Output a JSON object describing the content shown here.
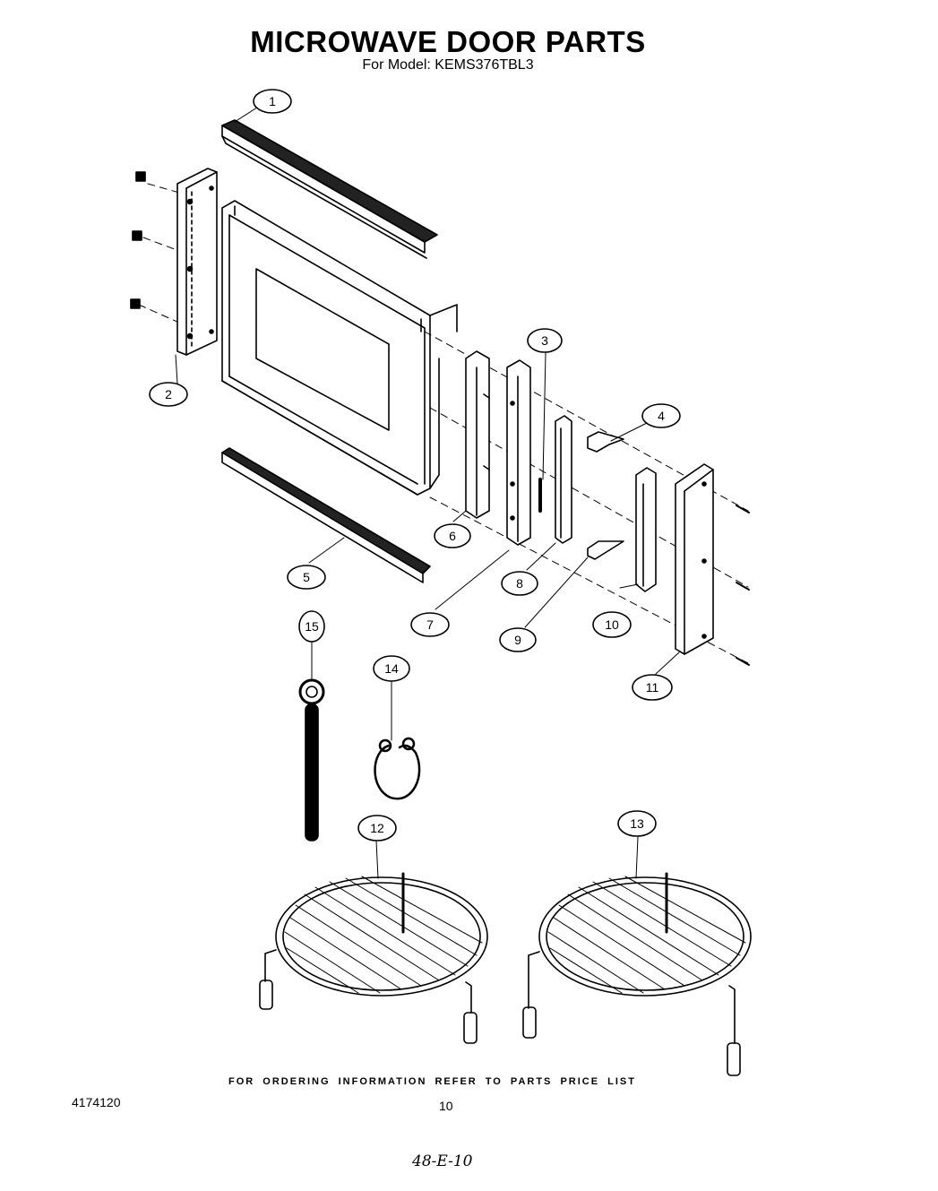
{
  "header": {
    "title": "MICROWAVE DOOR PARTS",
    "subtitle": "For Model: KEMS376TBL3"
  },
  "callouts": [
    {
      "id": "1",
      "label": "1"
    },
    {
      "id": "2",
      "label": "2"
    },
    {
      "id": "3",
      "label": "3"
    },
    {
      "id": "4",
      "label": "4"
    },
    {
      "id": "5",
      "label": "5"
    },
    {
      "id": "6",
      "label": "6"
    },
    {
      "id": "7",
      "label": "7"
    },
    {
      "id": "8",
      "label": "8"
    },
    {
      "id": "9",
      "label": "9"
    },
    {
      "id": "10",
      "label": "10"
    },
    {
      "id": "11",
      "label": "11"
    },
    {
      "id": "12",
      "label": "12"
    },
    {
      "id": "13",
      "label": "13"
    },
    {
      "id": "14",
      "label": "14"
    },
    {
      "id": "15",
      "label": "15"
    }
  ],
  "footer": {
    "ordering_note": "FOR ORDERING INFORMATION REFER TO PARTS PRICE LIST",
    "doc_code": "4174120",
    "page_number": "10",
    "handwritten_note": "48-E-10"
  }
}
